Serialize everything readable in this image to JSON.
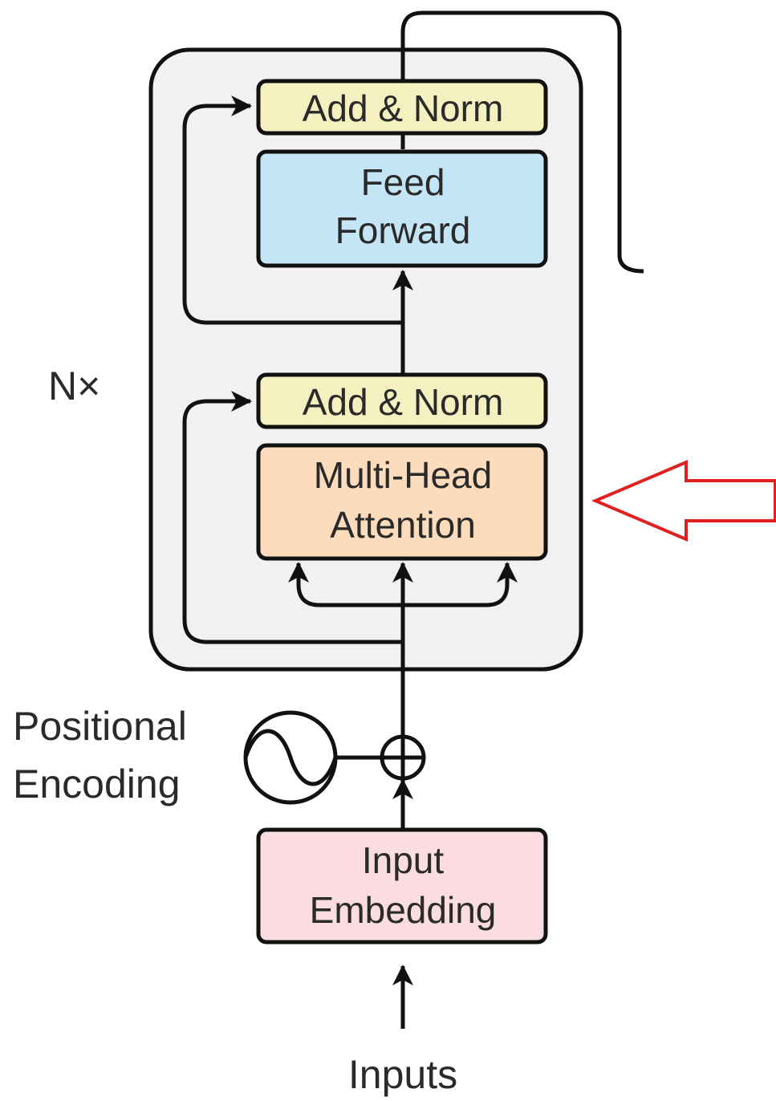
{
  "diagram": {
    "repeat_label": "N×",
    "blocks": {
      "add_norm_top": {
        "label": "Add & Norm",
        "fill": "#f4f0c0"
      },
      "feed_forward": {
        "line1": "Feed",
        "line2": "Forward",
        "fill": "#c4e5f6"
      },
      "add_norm_bottom": {
        "label": "Add & Norm",
        "fill": "#f4f0c0"
      },
      "multi_head_attention": {
        "line1": "Multi-Head",
        "line2": "Attention",
        "fill": "#fcdcbc"
      },
      "input_embedding": {
        "line1": "Input",
        "line2": "Embedding",
        "fill": "#fbdde1"
      }
    },
    "positional_encoding": {
      "line1": "Positional",
      "line2": "Encoding"
    },
    "inputs_label": "Inputs",
    "encoder_background": "#f1f1f2",
    "highlight_arrow_color": "#e02020"
  }
}
